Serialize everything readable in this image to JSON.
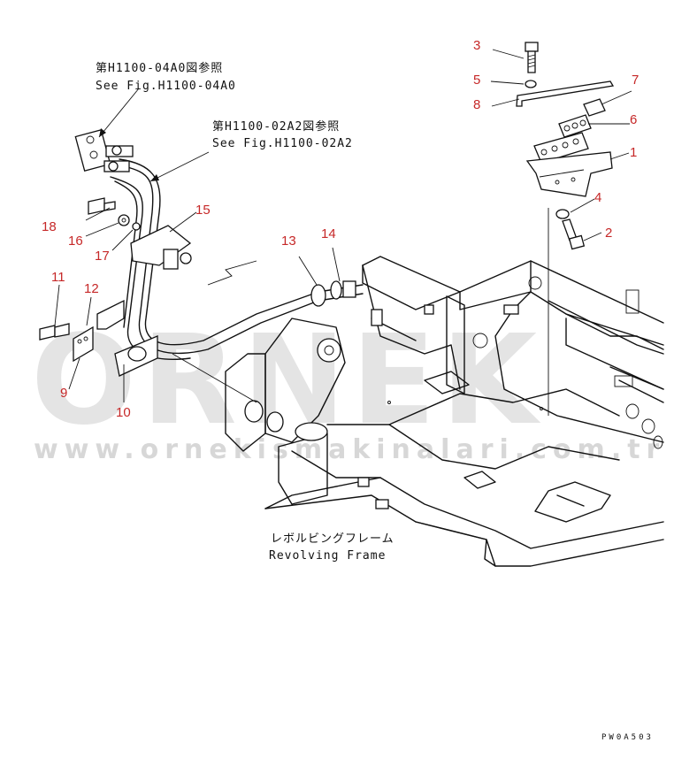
{
  "refs": {
    "fig_04a0_jp": "第H1100-04A0図参照",
    "fig_04a0_en": "See Fig.H1100-04A0",
    "fig_02a2_jp": "第H1100-02A2図参照",
    "fig_02a2_en": "See Fig.H1100-02A2",
    "frame_jp": "レボルビングフレーム",
    "frame_en": "Revolving Frame",
    "figure_id": "PW0A503"
  },
  "callouts": {
    "c1": "1",
    "c2": "2",
    "c3": "3",
    "c4": "4",
    "c5": "5",
    "c6": "6",
    "c7": "7",
    "c8": "8",
    "c9": "9",
    "c10": "10",
    "c11": "11",
    "c12": "12",
    "c13": "13",
    "c14": "14",
    "c15": "15",
    "c16": "16",
    "c17": "17",
    "c18": "18"
  },
  "watermark": {
    "brand": "ORNEK",
    "url": "www.ornekismakinalari.com.tr"
  },
  "colors": {
    "callout": "#c62828",
    "line": "#111111",
    "watermark": "#cfcfcf"
  }
}
